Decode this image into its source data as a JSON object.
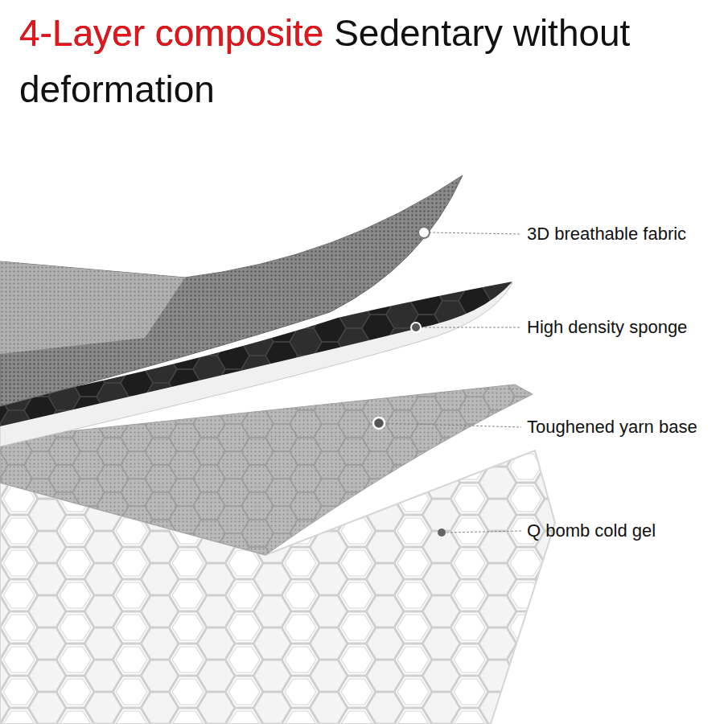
{
  "diagram": {
    "title": "4-Layer composite Sedentary without deformation",
    "labels": [
      "3D breathable fabric",
      "High density sponge",
      "Toughened yarn base",
      "Q bomb cold gel"
    ]
  }
}
